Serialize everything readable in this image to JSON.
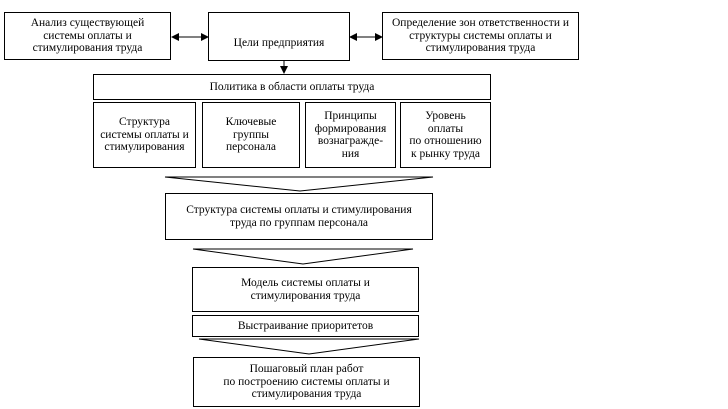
{
  "boxes": {
    "analysis": "Анализ существующей\nсистемы оплаты и\nстимулирования труда",
    "goals": "Цели предприятия",
    "responsibility": "Определение зон ответственности и\nструктуры системы оплаты и\nстимулирования труда",
    "policy": "Политика в области оплаты труда",
    "policy_items": [
      "Структура\nсистемы оплаты и\nстимулирования",
      "Ключевые\nгруппы\nперсонала",
      "Принципы\nформирования\nвознагражде-\nния",
      "Уровень\nоплаты\nпо отношению\nк рынку труда"
    ],
    "structure_by_groups": "Структура системы оплаты и стимулирования\nтруда по группам персонала",
    "model": "Модель системы оплаты и\nстимулирования труда",
    "priorities": "Выстраивание приоритетов",
    "plan": "Пошаговый план работ\nпо построению системы оплаты и\nстимулирования труда"
  },
  "colors": {
    "line": "#000000",
    "background": "#ffffff"
  }
}
